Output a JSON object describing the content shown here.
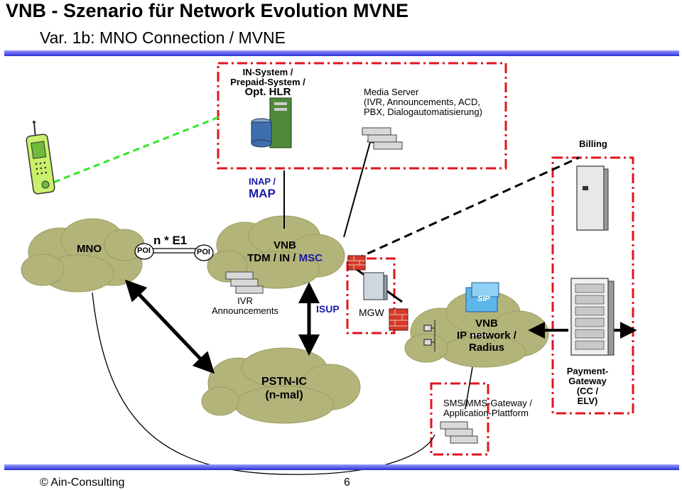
{
  "header": {
    "title": "VNB - Szenario für Network Evolution MVNE",
    "subtitle": "Var. 1b: MNO Connection / MVNE"
  },
  "nodes": {
    "in_system": {
      "line1": "IN-System /",
      "line2": "Prepaid-System /",
      "line3": "Opt. HLR"
    },
    "media_server": {
      "line1": "Media Server",
      "line2": "(IVR, Announcements,  ACD,",
      "line3": "PBX, Dialogautomatisierung)"
    },
    "billing": "Billing",
    "inap_map": {
      "inap": "INAP /",
      "map": "MAP"
    },
    "mno": "MNO",
    "poi_left": "POI",
    "poi_right": "POI",
    "link": "n * E1",
    "vnb_tdm": {
      "line1": "VNB",
      "line2": "TDM / IN / ",
      "msc": "MSC"
    },
    "ivr": {
      "line1": "IVR",
      "line2": "Announcements"
    },
    "isup": "ISUP",
    "mgw": "MGW",
    "vnb_ip": {
      "line1": "VNB",
      "line2": "IP network /",
      "line3": "Radius"
    },
    "pstn": {
      "line1": "PSTN-IC",
      "line2": "(n-mal)"
    },
    "sms_gw": {
      "line1": "SMS/MMS-Gateway /",
      "line2": "Application-Plattform"
    },
    "payment": {
      "line1": "Payment-",
      "line2": "Gateway",
      "line3": "(CC /",
      "line4": "ELV)"
    },
    "sip_icon_text": "SIP"
  },
  "footer": {
    "copyright": "© Ain-Consulting",
    "page": "6"
  },
  "colors": {
    "bar": "#2b2fd9",
    "cloud": "#b3b47a",
    "red_dash": "#e0141e",
    "green_dash": "#2fe82a",
    "blue_label": "#1a1aa8",
    "dark_line": "#000000"
  }
}
